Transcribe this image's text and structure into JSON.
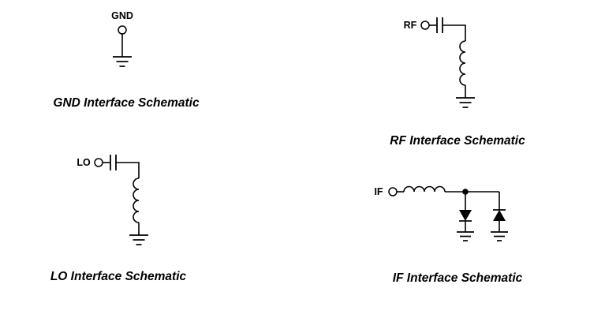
{
  "page": {
    "background": "#ffffff",
    "line_color": "#000000"
  },
  "figures": {
    "gnd": {
      "port_label": "GND",
      "caption": "GND Interface Schematic",
      "components": [
        "terminal",
        "wire",
        "ground-symbol"
      ]
    },
    "rf": {
      "port_label": "RF",
      "caption": "RF Interface Schematic",
      "components": [
        "terminal",
        "capacitor",
        "inductor",
        "ground-symbol"
      ]
    },
    "lo": {
      "port_label": "LO",
      "caption": "LO Interface Schematic",
      "components": [
        "terminal",
        "capacitor",
        "inductor",
        "ground-symbol"
      ]
    },
    "if": {
      "port_label": "IF",
      "caption": "IF Interface Schematic",
      "components": [
        "terminal",
        "inductor",
        "junction",
        "diode-down",
        "diode-up",
        "ground-symbol",
        "ground-symbol"
      ]
    }
  }
}
